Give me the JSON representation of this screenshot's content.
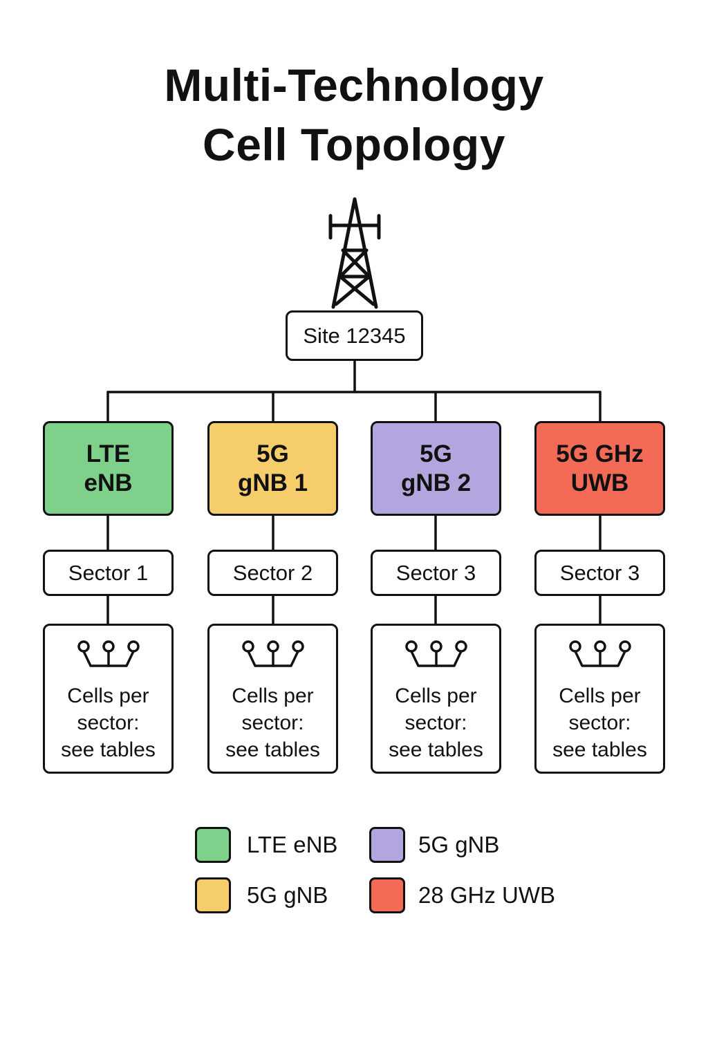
{
  "title": {
    "line1": "Multi-Technology",
    "line2": "Cell Topology"
  },
  "site": {
    "label": "Site 12345",
    "icon": "cell-tower-icon"
  },
  "branches": [
    {
      "tech_line1": "LTE",
      "tech_line2": "eNB",
      "color": "#7ed08b",
      "sector": "Sector 1",
      "cells_line1": "Cells per",
      "cells_line2": "sector:",
      "cells_line3": "see tables"
    },
    {
      "tech_line1": "5G",
      "tech_line2": "gNB 1",
      "color": "#f5cd6b",
      "sector": "Sector 2",
      "cells_line1": "Cells per",
      "cells_line2": "sector:",
      "cells_line3": "see tables"
    },
    {
      "tech_line1": "5G",
      "tech_line2": "gNB 2",
      "color": "#b3a6df",
      "sector": "Sector 3",
      "cells_line1": "Cells per",
      "cells_line2": "sector:",
      "cells_line3": "see tables"
    },
    {
      "tech_line1": "5G GHz",
      "tech_line2": "UWB",
      "color": "#f36a57",
      "sector": "Sector 3",
      "cells_line1": "Cells per",
      "cells_line2": "sector:",
      "cells_line3": "see tables"
    }
  ],
  "legend": [
    {
      "label": "LTE eNB",
      "color": "#7ed08b"
    },
    {
      "label": "5G gNB",
      "color": "#b3a6df"
    },
    {
      "label": "5G gNB",
      "color": "#f5cd6b"
    },
    {
      "label": "28 GHz UWB",
      "color": "#f36a57"
    }
  ],
  "cells_icon": "antenna-array-icon"
}
